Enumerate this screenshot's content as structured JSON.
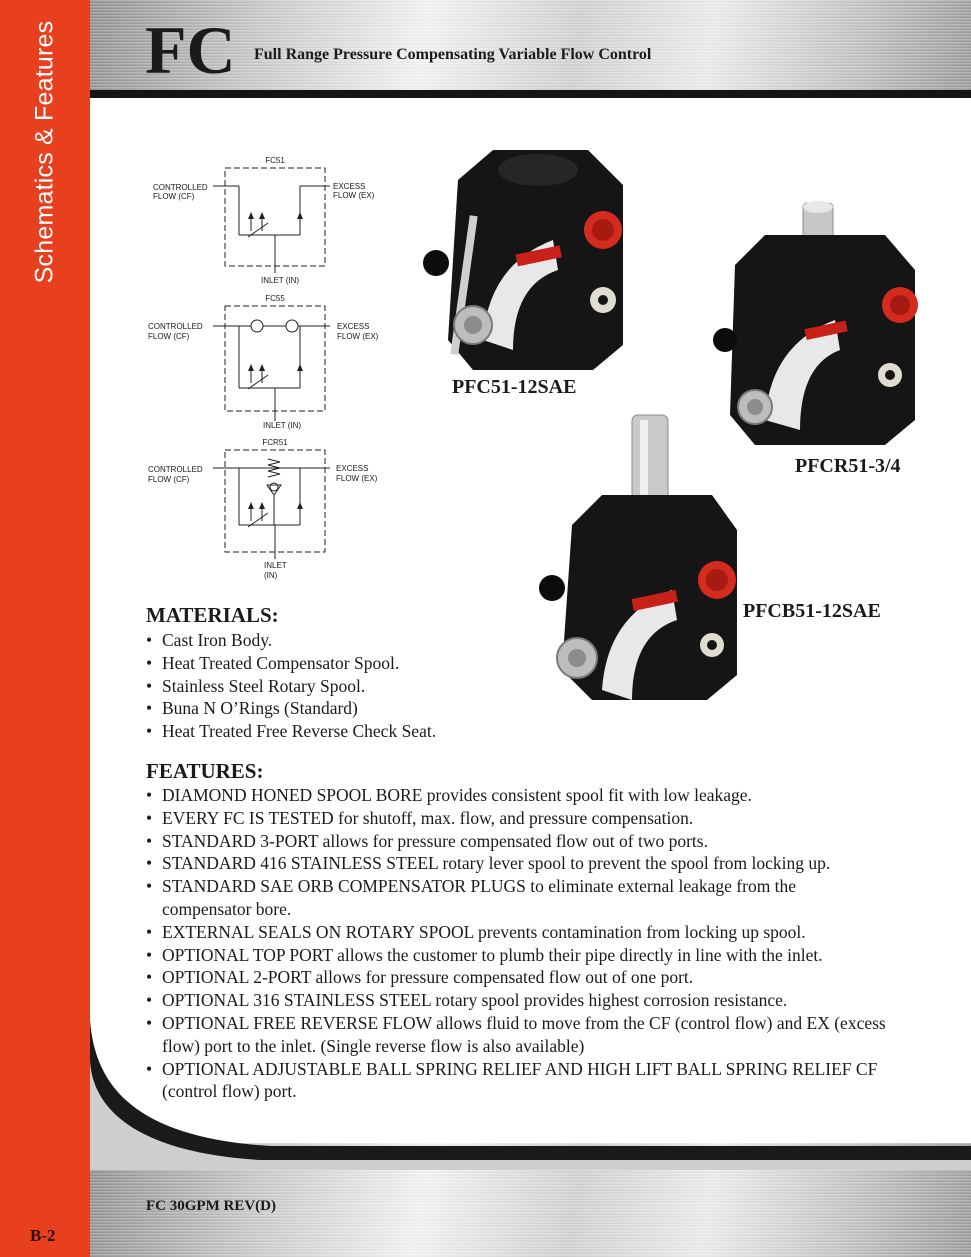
{
  "sidebar": {
    "label": "Schematics & Features",
    "page_number": "B-2",
    "color": "#e8401f"
  },
  "header": {
    "code": "FC",
    "subtitle": "Full Range Pressure Compensating Variable Flow Control"
  },
  "schematics": [
    {
      "name": "FC51",
      "left_label_1": "CONTROLLED",
      "left_label_2": "FLOW (CF)",
      "right_label_1": "EXCESS",
      "right_label_2": "FLOW (EX)",
      "bottom_label_1": "INLET (IN)",
      "bottom_label_2": ""
    },
    {
      "name": "FC55",
      "left_label_1": "CONTROLLED",
      "left_label_2": "FLOW (CF)",
      "right_label_1": "EXCESS",
      "right_label_2": "FLOW (EX)",
      "bottom_label_1": "INLET (IN)",
      "bottom_label_2": ""
    },
    {
      "name": "FCR51",
      "left_label_1": "CONTROLLED",
      "left_label_2": "FLOW (CF)",
      "right_label_1": "EXCESS",
      "right_label_2": "FLOW (EX)",
      "bottom_label_1": "INLET",
      "bottom_label_2": "(IN)"
    }
  ],
  "products": [
    {
      "model": "PFC51-12SAE"
    },
    {
      "model": "PFCR51-3/4"
    },
    {
      "model": "PFCB51-12SAE"
    }
  ],
  "materials": {
    "title": "MATERIALS:",
    "items": [
      "Cast Iron Body.",
      "Heat Treated Compensator Spool.",
      "Stainless Steel Rotary Spool.",
      "Buna N O’Rings (Standard)",
      "Heat Treated Free Reverse Check Seat."
    ]
  },
  "features": {
    "title": "FEATURES:",
    "items": [
      "DIAMOND HONED SPOOL BORE provides consistent spool fit with low leakage.",
      "EVERY FC IS TESTED for shutoff, max. flow, and pressure compensation.",
      "STANDARD 3-PORT allows for pressure compensated flow out of two ports.",
      "STANDARD 416 STAINLESS STEEL rotary lever spool to prevent the spool from locking up.",
      "STANDARD SAE ORB COMPENSATOR PLUGS to eliminate external leakage from the compensator bore.",
      "EXTERNAL SEALS ON ROTARY SPOOL prevents contamination from locking up spool.",
      "OPTIONAL TOP PORT allows the customer to plumb their pipe directly in line with the inlet.",
      "OPTIONAL 2-PORT allows for pressure compensated flow out of one port.",
      "OPTIONAL 316 STAINLESS STEEL rotary spool provides highest corrosion resistance.",
      "OPTIONAL FREE REVERSE FLOW allows fluid to move from the CF (control flow) and EX (excess flow) port to the inlet.  (Single reverse flow is also available)",
      "OPTIONAL ADJUSTABLE BALL SPRING RELIEF AND HIGH LIFT BALL SPRING RELIEF CF (control flow) port."
    ]
  },
  "footer": {
    "revision": "FC 30GPM REV(D)"
  }
}
